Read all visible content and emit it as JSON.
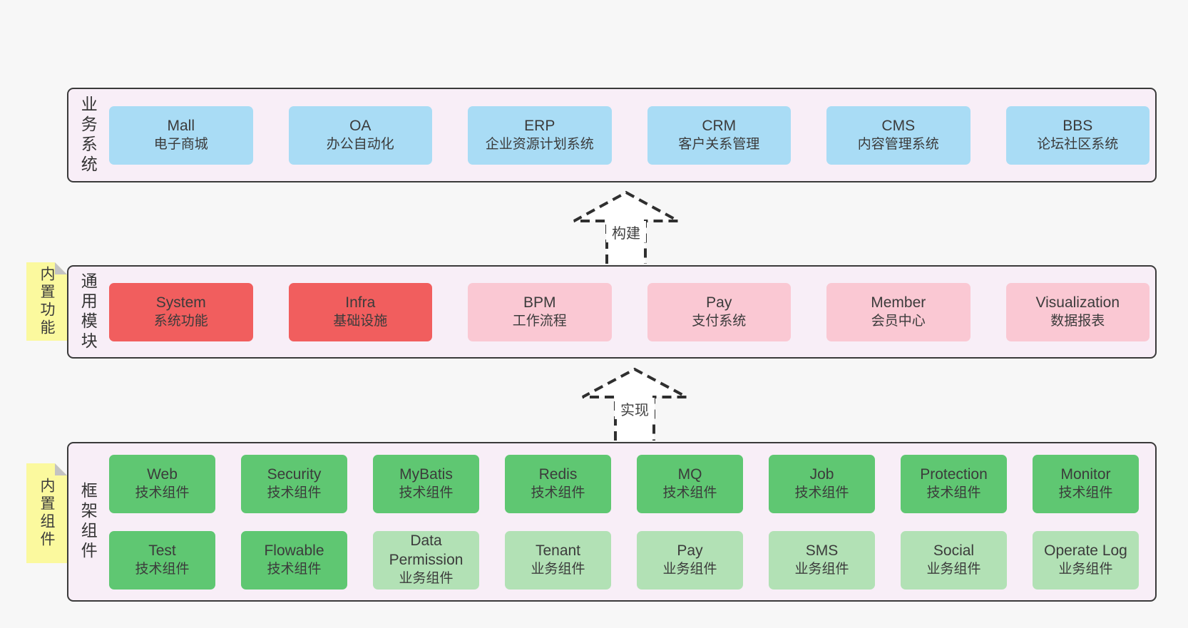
{
  "colors": {
    "page_bg": "#f7f7f7",
    "layer_bg": "#f8eef7",
    "layer_border": "#3a3a3a",
    "blue": "#a9dcf5",
    "red": "#f15e5e",
    "pink": "#fac8d3",
    "green": "#5fc772",
    "lightgreen": "#b2e1b5",
    "note_bg": "#fbf99e",
    "text": "#3b3b3b"
  },
  "layers": [
    {
      "label": "业务系统",
      "note": null,
      "rows": [
        [
          {
            "title": "Mall",
            "subtitle": "电子商城",
            "variant": "blue"
          },
          {
            "title": "OA",
            "subtitle": "办公自动化",
            "variant": "blue"
          },
          {
            "title": "ERP",
            "subtitle": "企业资源计划系统",
            "variant": "blue"
          },
          {
            "title": "CRM",
            "subtitle": "客户关系管理",
            "variant": "blue"
          },
          {
            "title": "CMS",
            "subtitle": "内容管理系统",
            "variant": "blue"
          },
          {
            "title": "BBS",
            "subtitle": "论坛社区系统",
            "variant": "blue"
          }
        ]
      ]
    },
    {
      "label": "通用模块",
      "note": "内置功能",
      "rows": [
        [
          {
            "title": "System",
            "subtitle": "系统功能",
            "variant": "red"
          },
          {
            "title": "Infra",
            "subtitle": "基础设施",
            "variant": "red"
          },
          {
            "title": "BPM",
            "subtitle": "工作流程",
            "variant": "pink"
          },
          {
            "title": "Pay",
            "subtitle": "支付系统",
            "variant": "pink"
          },
          {
            "title": "Member",
            "subtitle": "会员中心",
            "variant": "pink"
          },
          {
            "title": "Visualization",
            "subtitle": "数据报表",
            "variant": "pink"
          }
        ]
      ]
    },
    {
      "label": "框架组件",
      "note": "内置组件",
      "rows": [
        [
          {
            "title": "Web",
            "subtitle": "技术组件",
            "variant": "green"
          },
          {
            "title": "Security",
            "subtitle": "技术组件",
            "variant": "green"
          },
          {
            "title": "MyBatis",
            "subtitle": "技术组件",
            "variant": "green"
          },
          {
            "title": "Redis",
            "subtitle": "技术组件",
            "variant": "green"
          },
          {
            "title": "MQ",
            "subtitle": "技术组件",
            "variant": "green"
          },
          {
            "title": "Job",
            "subtitle": "技术组件",
            "variant": "green"
          },
          {
            "title": "Protection",
            "subtitle": "技术组件",
            "variant": "green"
          },
          {
            "title": "Monitor",
            "subtitle": "技术组件",
            "variant": "green"
          }
        ],
        [
          {
            "title": "Test",
            "subtitle": "技术组件",
            "variant": "green"
          },
          {
            "title": "Flowable",
            "subtitle": "技术组件",
            "variant": "green"
          },
          {
            "title": "Data Permission",
            "subtitle": "业务组件",
            "variant": "lightgreen"
          },
          {
            "title": "Tenant",
            "subtitle": "业务组件",
            "variant": "lightgreen"
          },
          {
            "title": "Pay",
            "subtitle": "业务组件",
            "variant": "lightgreen"
          },
          {
            "title": "SMS",
            "subtitle": "业务组件",
            "variant": "lightgreen"
          },
          {
            "title": "Social",
            "subtitle": "业务组件",
            "variant": "lightgreen"
          },
          {
            "title": "Operate Log",
            "subtitle": "业务组件",
            "variant": "lightgreen"
          }
        ]
      ]
    }
  ],
  "arrows": [
    {
      "label": "构建"
    },
    {
      "label": "实现"
    }
  ]
}
